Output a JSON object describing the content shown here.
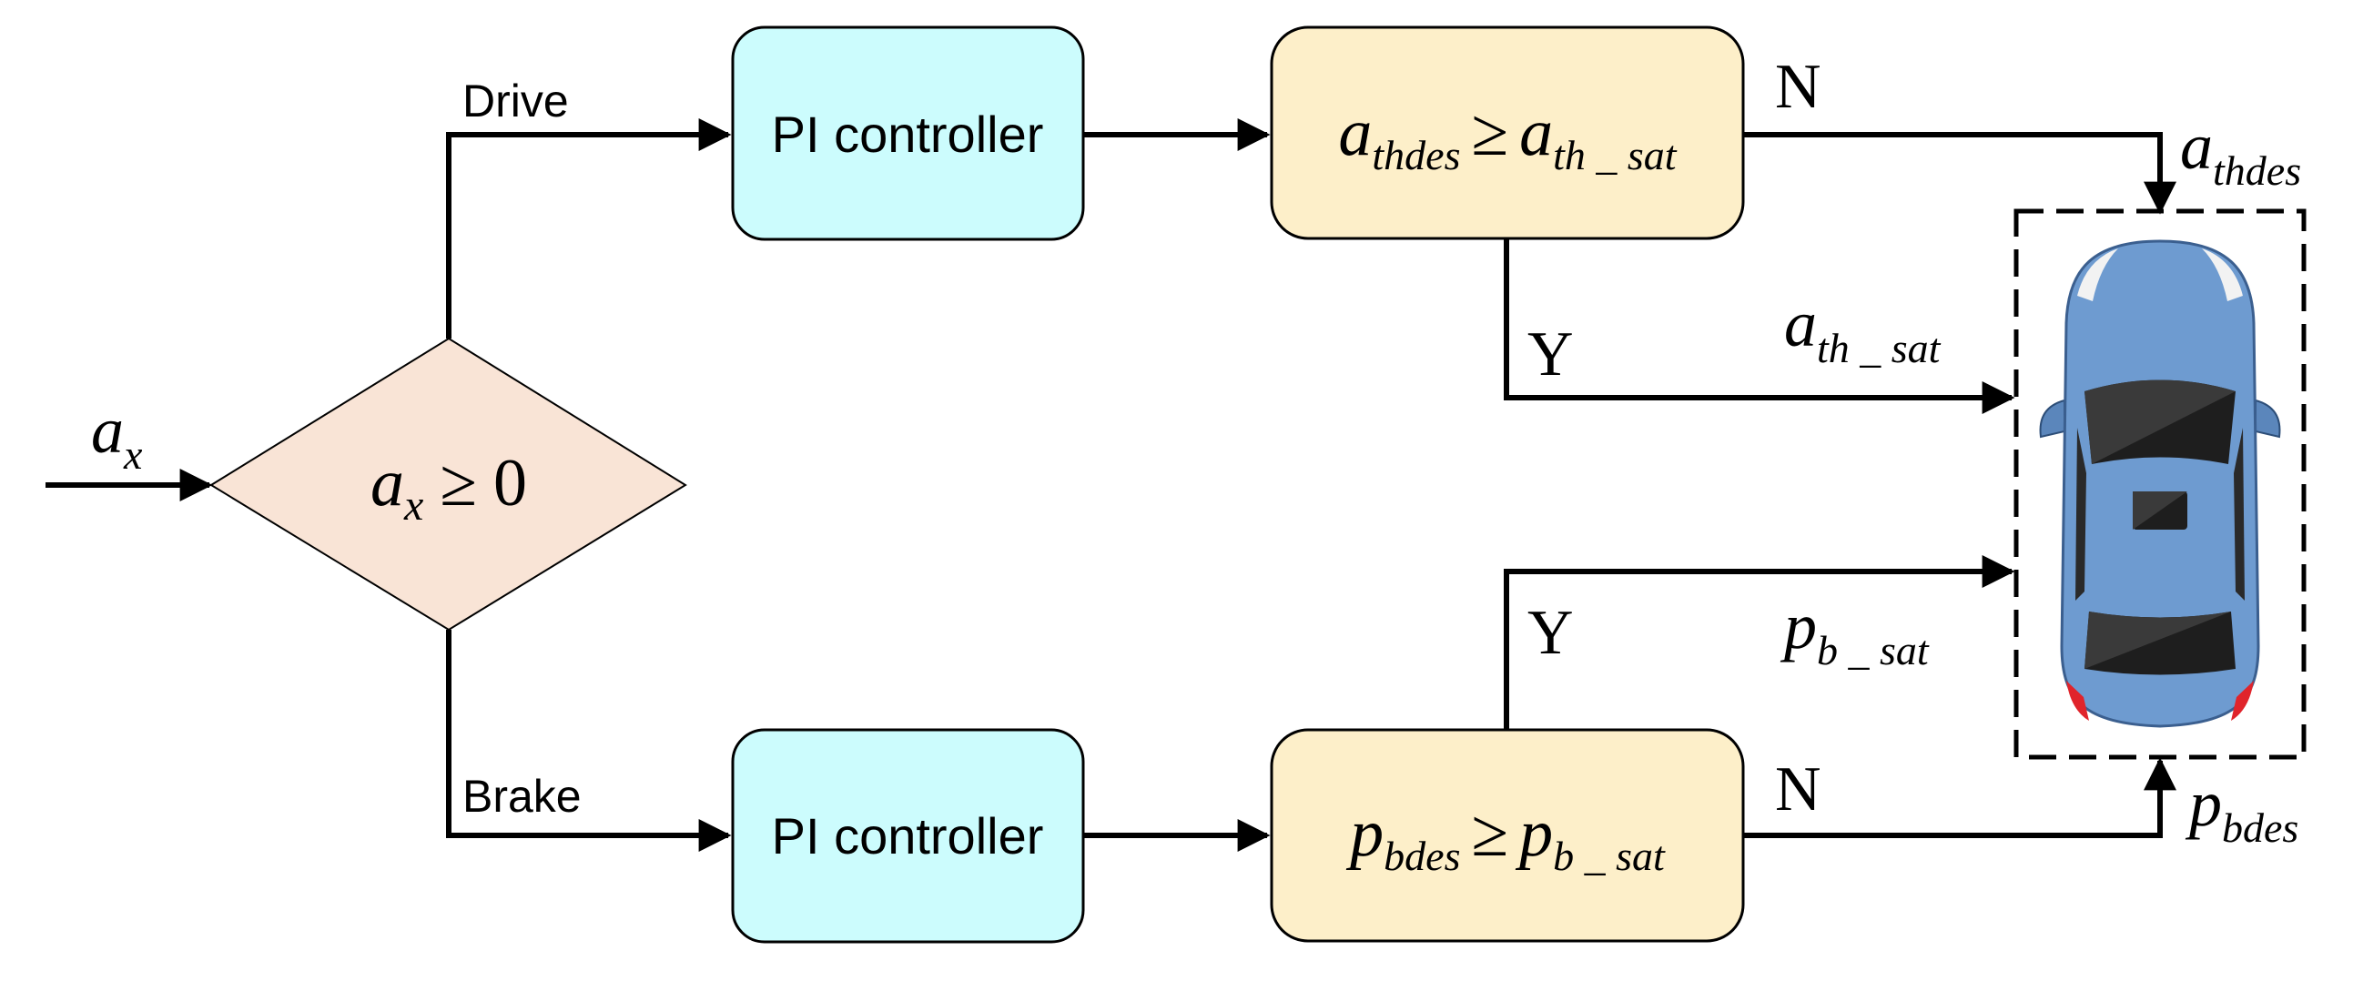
{
  "input": {
    "name": "a",
    "sub": "x"
  },
  "decision": {
    "lhs": "a",
    "lhs_sub": "x",
    "op": "≥",
    "rhs": "0"
  },
  "branches": {
    "drive_label": "Drive",
    "brake_label": "Brake"
  },
  "drive": {
    "controller_label": "PI controller",
    "check": {
      "lhs": "a",
      "lhs_sub": "thdes",
      "op": "≥",
      "rhs": "a",
      "rhs_sub": "th _ sat"
    },
    "yes_label": "Y",
    "no_label": "N",
    "yes_signal": {
      "name": "a",
      "sub": "th _ sat"
    },
    "no_signal": {
      "name": "a",
      "sub": "thdes"
    }
  },
  "brake": {
    "controller_label": "PI controller",
    "check": {
      "lhs": "p",
      "lhs_sub": "bdes",
      "op": "≥",
      "rhs": "p",
      "rhs_sub": "b _ sat"
    },
    "yes_label": "Y",
    "no_label": "N",
    "yes_signal": {
      "name": "p",
      "sub": "b _ sat"
    },
    "no_signal": {
      "name": "p",
      "sub": "bdes"
    }
  },
  "colors": {
    "controller_fill": "#ccfcfd",
    "check_fill": "#fdefc9",
    "decision_fill": "#f9e4d6",
    "line": "#000000",
    "car_body": "#6e9bd0",
    "car_glass": "#1e1e1e",
    "car_tail": "#e0242b"
  }
}
